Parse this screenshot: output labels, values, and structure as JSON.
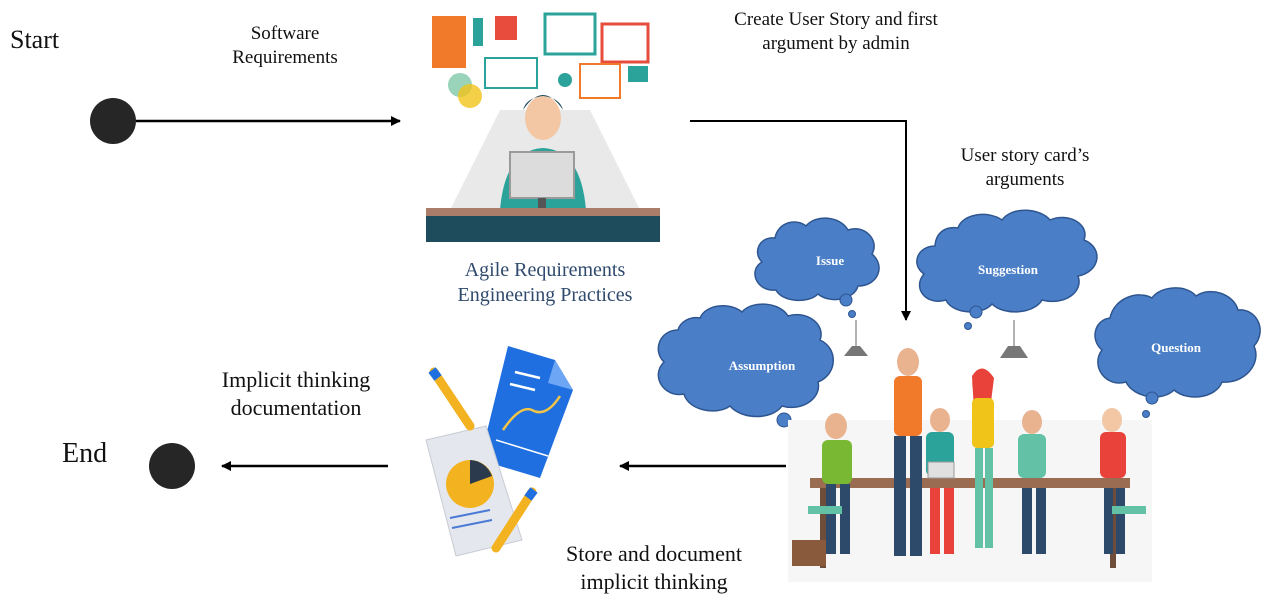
{
  "labels": {
    "start": "Start",
    "end": "End",
    "software_requirements": "Software Requirements",
    "create_user_story": "Create User Story and first argument by admin",
    "user_story_args": "User story card’s arguments",
    "agile_practices": "Agile Requirements Engineering Practices",
    "implicit_doc": "Implicit thinking documentation",
    "store_document": "Store and document implicit thinking"
  },
  "clouds": {
    "issue": "Issue",
    "suggestion": "Suggestion",
    "assumption": "Assumption",
    "question": "Question"
  },
  "colors": {
    "cloud_fill": "#4a7fc7",
    "cloud_stroke": "#2e5590",
    "node": "#262626",
    "arrow": "#000000",
    "agile_label": "#2f4a6d"
  }
}
